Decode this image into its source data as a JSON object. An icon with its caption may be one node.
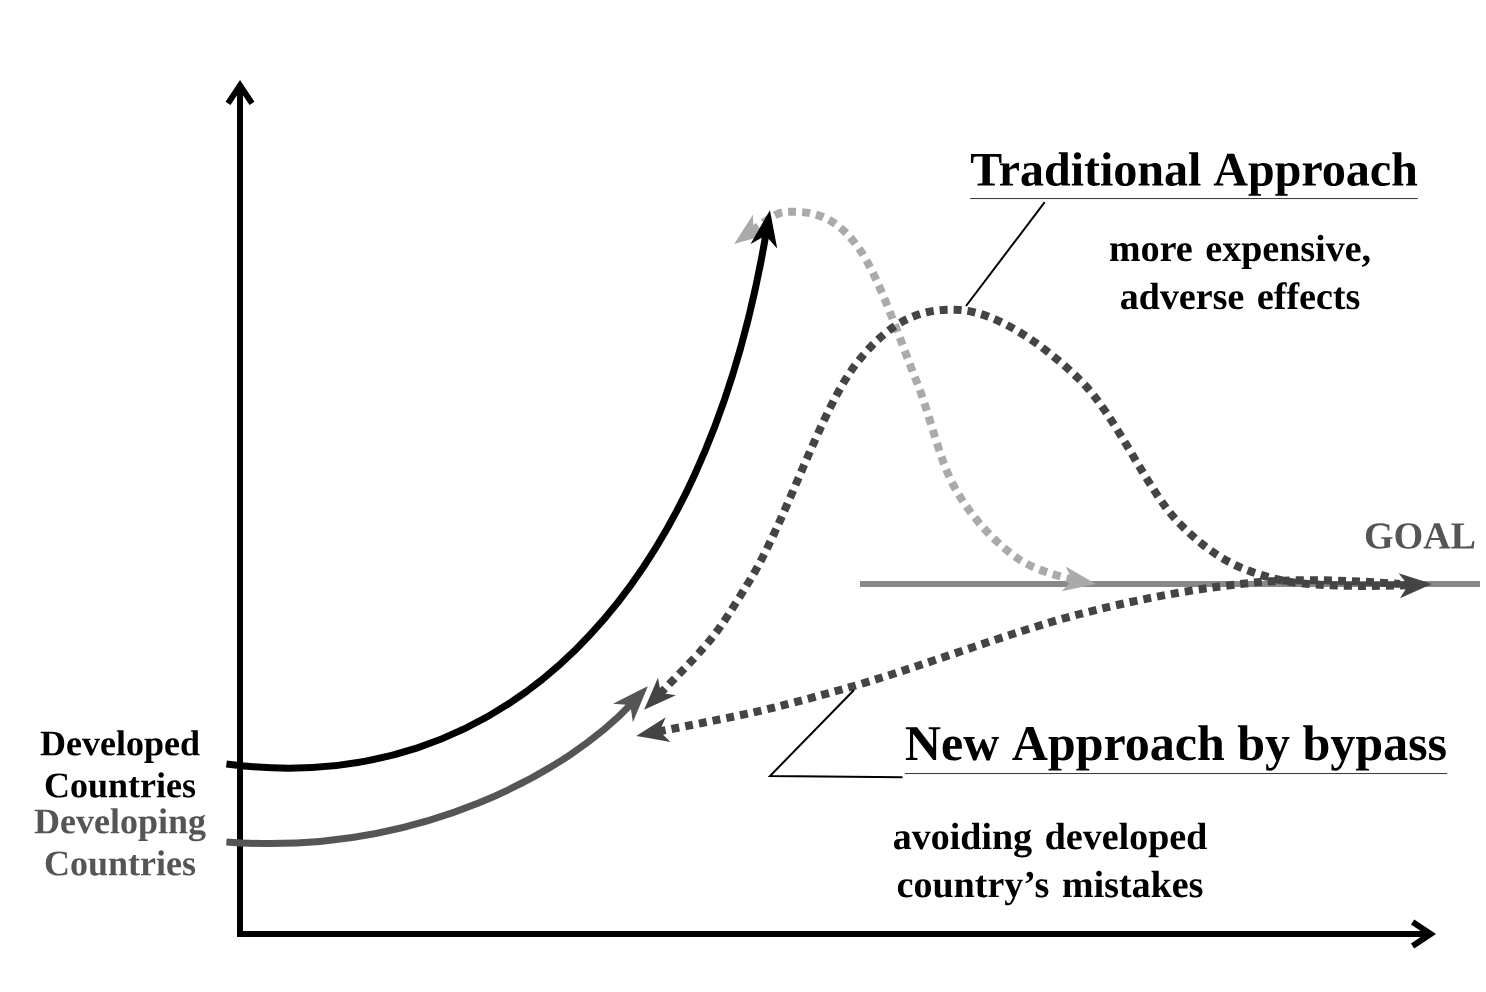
{
  "diagram": {
    "nodes": [
      {
        "text": [
          "Developed Countries"
        ]
      },
      {
        "text": [
          "Developing Countries"
        ]
      },
      {
        "text": [
          "Traditional Approach",
          "more expensive, adverse effects"
        ]
      },
      {
        "text": [
          "New Approach by bypass",
          "avoiding developed country’s mistakes"
        ]
      }
    ],
    "edges": [
      {
        "from": 0,
        "to": null,
        "arrow": "to",
        "style": "thick"
      },
      {
        "from": 1,
        "to": null,
        "arrow": "to",
        "style": "thick",
        "color": "#555555"
      },
      {
        "from": 2,
        "to": null,
        "arrow": "none"
      },
      {
        "from": 3,
        "to": null,
        "arrow": "none"
      }
    ],
    "labels": [
      "GOAL"
    ]
  }
}
